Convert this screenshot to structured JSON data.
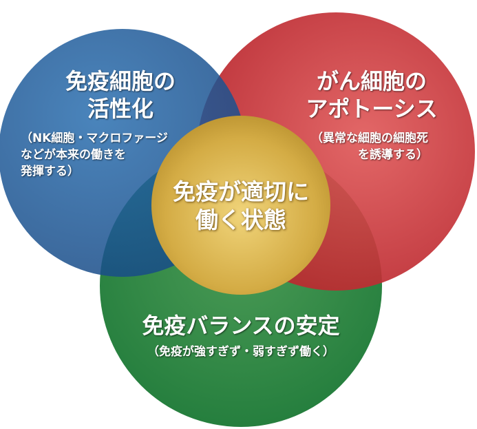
{
  "colors": {
    "blue": "#1f5a98",
    "red": "#c8252c",
    "green": "#2e8a45",
    "gold": "#d8b24a"
  },
  "circles": {
    "blue": {
      "title_line1": "免疫細胞の",
      "title_line2": "活性化",
      "sub_line1": "（NK細胞・マクロファージ",
      "sub_line2": "などが本来の働きを",
      "sub_line3": "発揮する）"
    },
    "red": {
      "title_line1": "がん細胞の",
      "title_line2": "アポトーシス",
      "sub_line1": "（異常な細胞の細胞死",
      "sub_line2": "を誘導する）"
    },
    "green": {
      "title": "免疫バランスの安定",
      "sub": "（免疫が強すぎず・弱すぎず働く）"
    },
    "center": {
      "line1": "免疫が適切に",
      "line2": "働く状態"
    }
  }
}
